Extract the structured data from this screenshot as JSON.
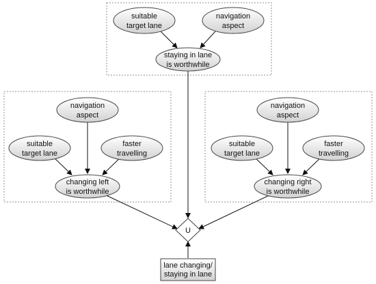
{
  "groups": {
    "staying": {
      "suitable_target_lane": [
        "suitable",
        "target lane"
      ],
      "navigation_aspect": [
        "navigation",
        "aspect"
      ],
      "result": [
        "staying in lane",
        "is worthwhile"
      ]
    },
    "left": {
      "navigation_aspect": [
        "navigation",
        "aspect"
      ],
      "suitable_target_lane": [
        "suitable",
        "target lane"
      ],
      "faster_travelling": [
        "faster",
        "travelling"
      ],
      "result": [
        "changing left",
        "is worthwhile"
      ]
    },
    "right": {
      "navigation_aspect": [
        "navigation",
        "aspect"
      ],
      "suitable_target_lane": [
        "suitable",
        "target lane"
      ],
      "faster_travelling": [
        "faster",
        "travelling"
      ],
      "result": [
        "changing right",
        "is worthwhile"
      ]
    }
  },
  "union": {
    "label": "U"
  },
  "output": {
    "label": [
      "lane changing/",
      "staying in lane"
    ]
  },
  "colors": {
    "node_fill_light": "#ffffff",
    "node_fill_dark": "#d2d2d2",
    "box_stroke": "#8c8c8c"
  }
}
